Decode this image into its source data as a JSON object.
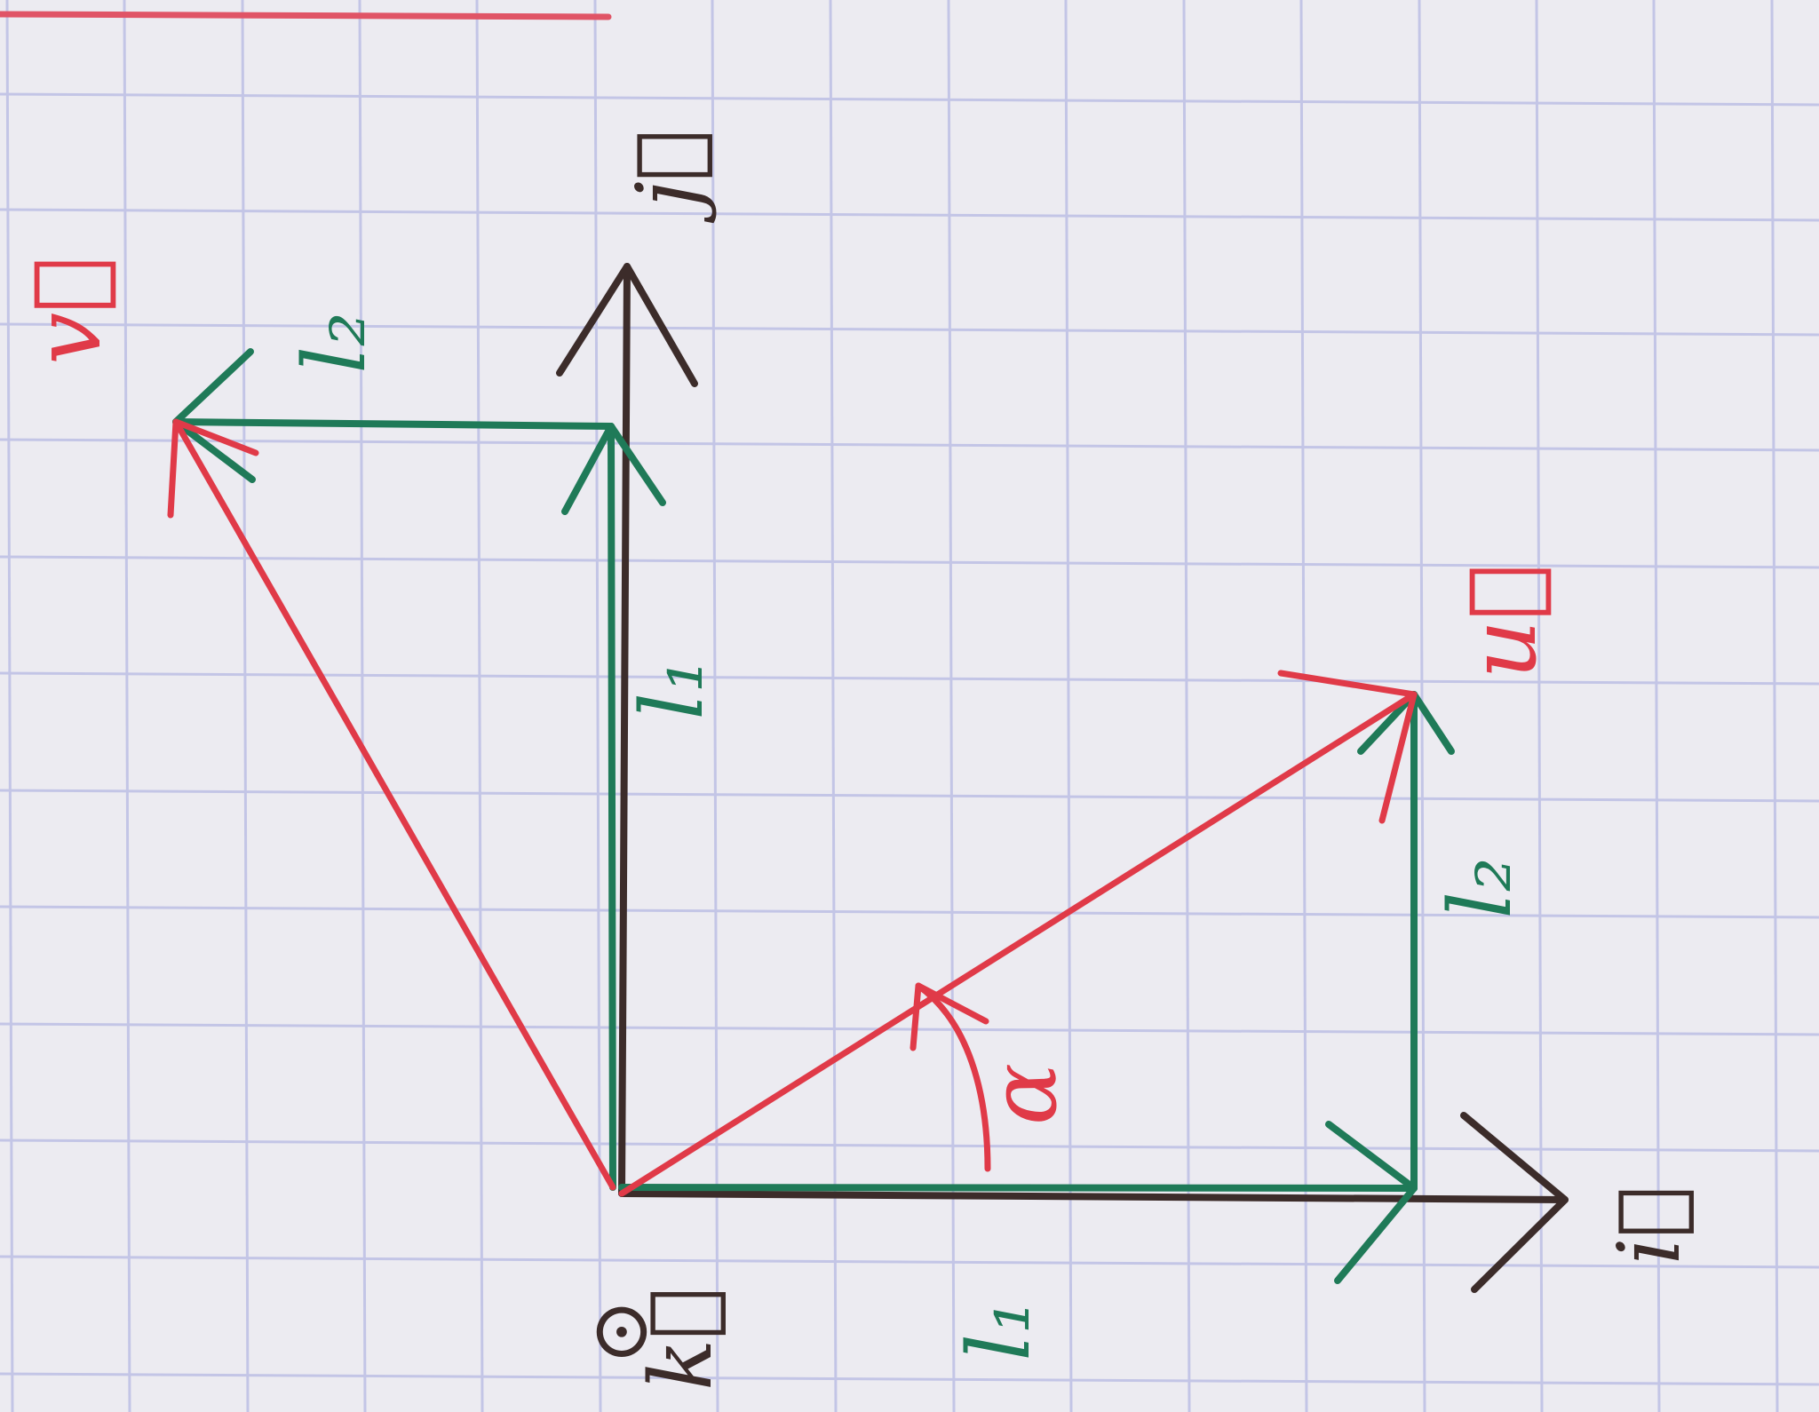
{
  "colors": {
    "paper": "#ecebf1",
    "grid": "#c3c5e6",
    "margin_line": "#e05466",
    "axis_ink": "#3c2c2a",
    "green_ink": "#1f7a58",
    "red_ink": "#e03a48"
  },
  "labels": {
    "axis_x": "i⃗",
    "axis_y": "j⃗",
    "axis_z": "k⃗",
    "origin": "⊙",
    "vector_u": "u⃗",
    "vector_v": "v⃗",
    "comp_horizontal_u": "l₁",
    "comp_vertical_u": "l₂",
    "comp_vertical_v": "l₁",
    "comp_horizontal_v": "l₂",
    "angle": "α"
  }
}
